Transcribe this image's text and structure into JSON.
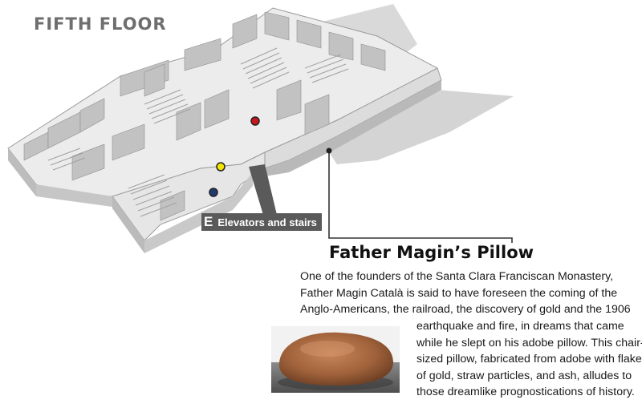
{
  "floor": {
    "title": "FIFTH FLOOR"
  },
  "markers": [
    {
      "name": "red-marker",
      "color": "#c8161d"
    },
    {
      "name": "yellow-marker",
      "color": "#f2e400"
    },
    {
      "name": "blue-marker",
      "color": "#1f3a6e"
    },
    {
      "name": "pillow-location-marker",
      "color": "#222222"
    }
  ],
  "elevators": {
    "letter": "E",
    "label": "Elevators and stairs"
  },
  "feature": {
    "title": "Father Magin’s Pillow",
    "lines_top": [
      "One of the founders of the Santa Clara Franciscan Monastery,",
      "Father Magin Català is said to have foreseen the coming of the",
      "Anglo-Americans, the railroad, the discovery of gold and the 1906"
    ],
    "lines_side": [
      "earthquake and fire, in dreams that came",
      "while he slept on his adobe pillow. This chair-",
      "sized pillow, fabricated from adobe with flakes",
      "of gold, straw particles, and ash, alludes to",
      "those dreamlike prognostications of history."
    ]
  },
  "colors": {
    "floor_top": "#e9e9e9",
    "wall_light": "#cfcfcf",
    "wall_dark": "#a9a9a9",
    "leader_line": "#333333",
    "label_bg": "#5a5a5a"
  }
}
